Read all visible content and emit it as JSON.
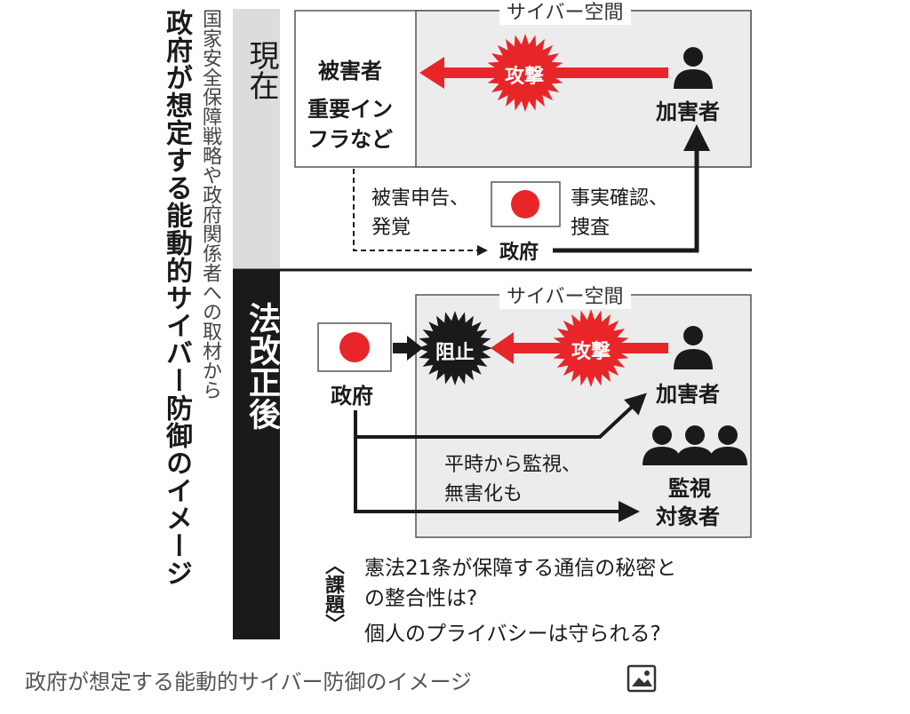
{
  "figure": {
    "title": "政府が想定する能動的サイバー防御のイメージ",
    "source": "国家安全保障戦略や政府関係者への取材から",
    "current": {
      "section_label": "現在",
      "cyberspace_label": "サイバー空間",
      "victim": "被害者",
      "victim_detail": [
        "重要イン",
        "フラなど"
      ],
      "attack": "攻撃",
      "attacker": "加害者",
      "report_text": [
        "被害申告、",
        "発覚"
      ],
      "government": "政府",
      "investigate_text": [
        "事実確認、",
        "捜査"
      ]
    },
    "after": {
      "section_label": "法改正後",
      "cyberspace_label": "サイバー空間",
      "government": "政府",
      "block": "阻止",
      "attack": "攻撃",
      "attacker": "加害者",
      "monitor_text": [
        "平時から監視、",
        "無害化も"
      ],
      "monitored": [
        "監視",
        "対象者"
      ]
    },
    "issues": {
      "label": "〈課題〉",
      "lines": [
        "憲法21条が保障する通信の秘密と",
        "の整合性は?",
        "個人のプライバシーは守られる?"
      ]
    },
    "colors": {
      "red": "#e8262a",
      "gray_bg": "#ececec"
    }
  },
  "caption": "政府が想定する能動的サイバー防御のイメージ"
}
